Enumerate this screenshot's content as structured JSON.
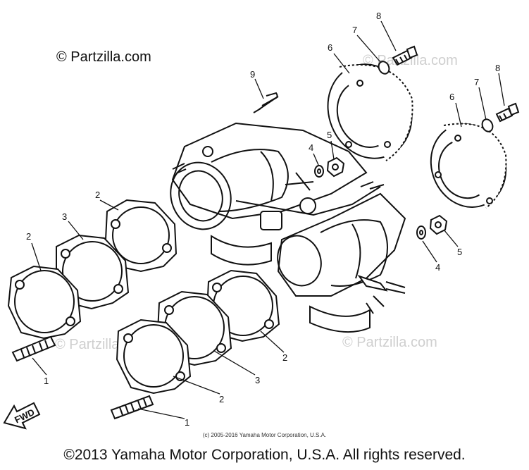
{
  "watermark": {
    "top_left": "© Partzilla.com",
    "faint": "© Partzilla.com"
  },
  "direction_label": "FWD",
  "callouts": {
    "c1a": "1",
    "c1b": "1",
    "c2a": "2",
    "c2b": "2",
    "c2c": "2",
    "c2d": "2",
    "c3a": "3",
    "c3b": "3",
    "c4a": "4",
    "c4b": "4",
    "c5a": "5",
    "c5b": "5",
    "c6a": "6",
    "c6b": "6",
    "c7a": "7",
    "c7b": "7",
    "c8a": "8",
    "c8b": "8",
    "c9": "9"
  },
  "footer": {
    "small": "(c) 2005-2016 Yamaha Motor Corporation, U.S.A.",
    "main": "©2013 Yamaha Motor Corporation, U.S.A. All rights reserved."
  }
}
